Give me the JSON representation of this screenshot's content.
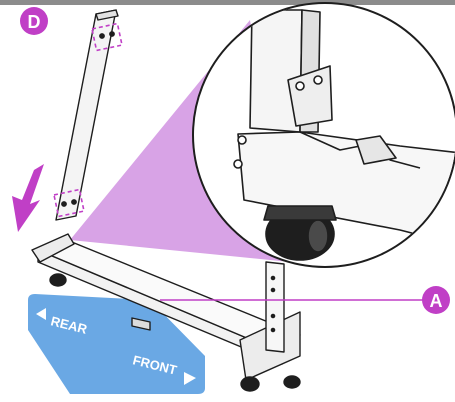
{
  "callouts": {
    "d": "D",
    "a": "A"
  },
  "floor_labels": {
    "rear": "REAR",
    "front": "FRONT"
  },
  "colors": {
    "accent": "#c03fc6",
    "magnify_fill": "#d8a3e6",
    "floor_band": "#6aa8e4",
    "line_dark": "#1e1e1e",
    "top_bar": "#8c8c8c"
  }
}
